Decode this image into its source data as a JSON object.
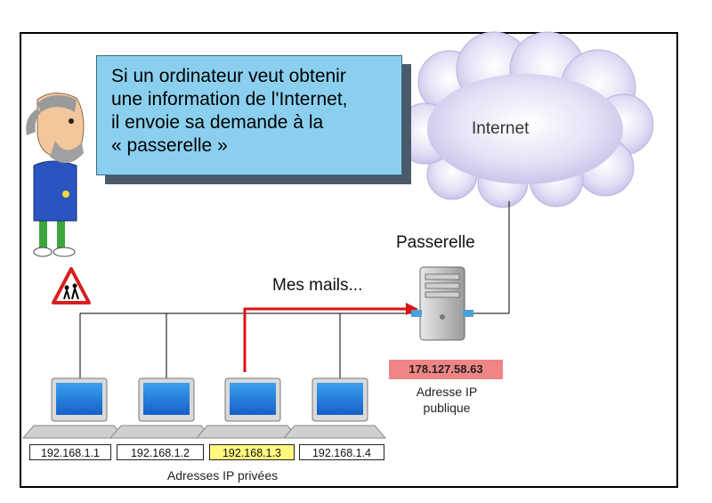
{
  "callout": {
    "lines": [
      "Si un ordinateur veut obtenir",
      "une information de l'Internet,",
      "il envoie sa demande à la",
      "« passerelle »"
    ]
  },
  "cloud": {
    "label": "Internet",
    "icon": "cloud-icon"
  },
  "gateway": {
    "label": "Passerelle",
    "public_ip": "178.127.58.63",
    "public_ip_label_line1": "Adresse IP",
    "public_ip_label_line2": "publique",
    "icon": "server-icon"
  },
  "flow": {
    "label": "Mes mails...",
    "color": "#e01010"
  },
  "computers": [
    {
      "ip": "192.168.1.1",
      "highlighted": false
    },
    {
      "ip": "192.168.1.2",
      "highlighted": false
    },
    {
      "ip": "192.168.1.3",
      "highlighted": true
    },
    {
      "ip": "192.168.1.4",
      "highlighted": false
    }
  ],
  "private_label": "Adresses IP privées",
  "colors": {
    "callout_bg": "#8ad0ee",
    "highlight_ip": "#fff880",
    "public_ip_bg": "#f08585",
    "arrow": "#e01010"
  }
}
